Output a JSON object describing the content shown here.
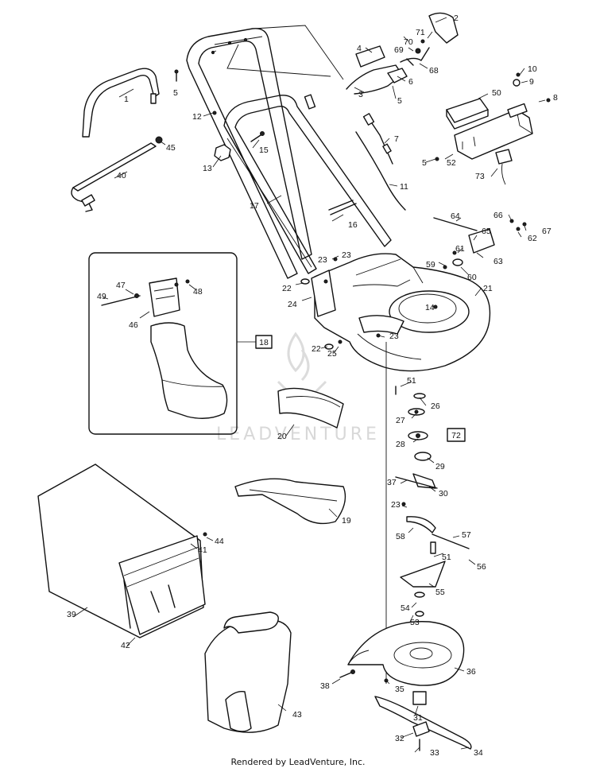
{
  "footer": {
    "text": "Rendered by LeadVenture, Inc."
  },
  "watermark": {
    "text": "LEADVENTURE"
  },
  "inset_box": {
    "label": "18"
  },
  "assembly_box": {
    "label": "72"
  },
  "callouts": [
    "1",
    "2",
    "3",
    "4",
    "5",
    "5",
    "5",
    "6",
    "7",
    "8",
    "9",
    "10",
    "11",
    "12",
    "13",
    "14",
    "15",
    "16",
    "17",
    "19",
    "20",
    "21",
    "22",
    "22",
    "23",
    "23",
    "23",
    "23",
    "24",
    "25",
    "26",
    "27",
    "28",
    "29",
    "30",
    "31",
    "32",
    "33",
    "34",
    "35",
    "36",
    "37",
    "38",
    "39",
    "40",
    "41",
    "42",
    "43",
    "44",
    "45",
    "46",
    "47",
    "48",
    "49",
    "50",
    "51",
    "51",
    "52",
    "53",
    "54",
    "55",
    "56",
    "57",
    "58",
    "59",
    "60",
    "61",
    "62",
    "63",
    "64",
    "65",
    "66",
    "67",
    "68",
    "69",
    "70",
    "71",
    "73"
  ],
  "colors": {
    "line": "#111111",
    "background": "#ffffff",
    "watermark": "#d8d8d8"
  }
}
